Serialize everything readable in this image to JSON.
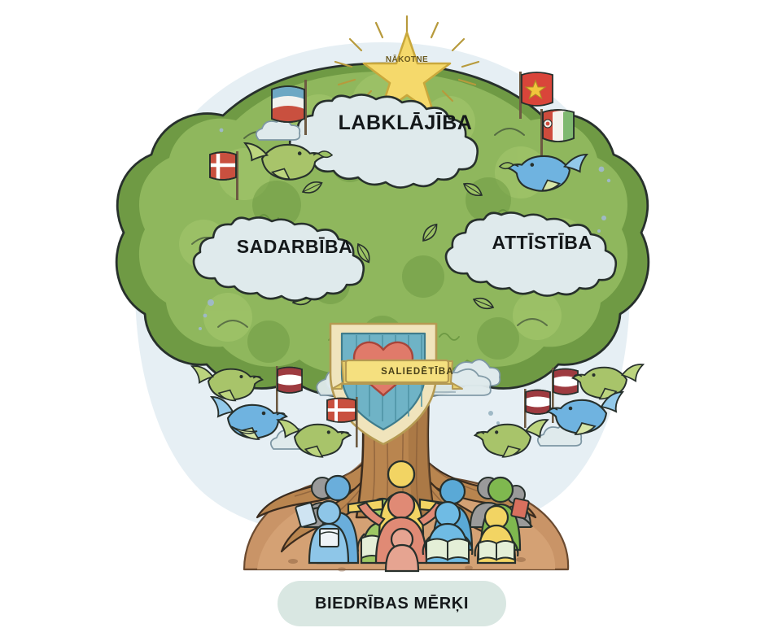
{
  "poster": {
    "title_banner": {
      "text": "BIEDRĪBAS MĒRĶI",
      "background_color": "#d9e7e2",
      "text_color": "#15191b"
    },
    "background_color": "#ffffff",
    "halo_color": "#dde9f0",
    "style": "hand-drawn cartoon illustration"
  },
  "star": {
    "label": "NĀKOTNE",
    "fill_color": "#f5d96b",
    "stroke_color": "#c9a83c",
    "rays": 12
  },
  "clouds": [
    {
      "id": "labklajiba",
      "label": "LABKLĀJĪBA",
      "position": "top-center",
      "fill_color": "#dfeaec"
    },
    {
      "id": "sadarbiba",
      "label": "SADARBĪBA",
      "position": "mid-left",
      "fill_color": "#dfeaec"
    },
    {
      "id": "attistiba",
      "label": "ATTĪSTĪBA",
      "position": "mid-right",
      "fill_color": "#dfeaec"
    }
  ],
  "shield": {
    "banner_label": "SALIEDĒTĪBA",
    "banner_color": "#f5e07f",
    "plank_color": "#6fb3c6",
    "border_color": "#f0e4bc",
    "heart_color": "#e07a6a"
  },
  "tree": {
    "canopy_color": "#8fb75d",
    "canopy_shadow_color": "#6f9a44",
    "trunk_color": "#b9854f",
    "trunk_shadow_color": "#96653a",
    "outline_color": "#27302c",
    "leaf_color": "#9cc264"
  },
  "ground": {
    "soil_color": "#c99467",
    "soil_shadow_color": "#b07c51"
  },
  "people": [
    {
      "index": 1,
      "color": "#6aaedb",
      "holding": "tablet",
      "position": "far-left-back"
    },
    {
      "index": 2,
      "color": "#6aaedb",
      "holding": "notebook",
      "position": "far-left-front"
    },
    {
      "index": 3,
      "color": "#9dc863",
      "holding": "book",
      "position": "left-front"
    },
    {
      "index": 4,
      "color": "#f2d463",
      "holding": "none",
      "position": "center-back"
    },
    {
      "index": 5,
      "color": "#e08a75",
      "holding": "none",
      "position": "center"
    },
    {
      "index": 6,
      "color": "#e0a08c",
      "holding": "none",
      "position": "center-front-child"
    },
    {
      "index": 7,
      "color": "#5aa9d6",
      "holding": "none",
      "position": "right-back"
    },
    {
      "index": 8,
      "color": "#5aa9d6",
      "holding": "book",
      "position": "right-front"
    },
    {
      "index": 9,
      "color": "#7fb84f",
      "holding": "none",
      "position": "far-right-back"
    },
    {
      "index": 10,
      "color": "#f2d463",
      "holding": "book",
      "position": "far-right-front"
    }
  ],
  "flags": [
    {
      "id": "flag-tricolor-blue-white-red",
      "position": "upper-left",
      "colors": [
        "#6ea8c4",
        "#f2f2ef",
        "#c9503f"
      ]
    },
    {
      "id": "flag-denmark",
      "position": "left",
      "colors": [
        "#c9503f",
        "#ffffff"
      ]
    },
    {
      "id": "flag-red-yellow-star",
      "position": "upper-right",
      "colors": [
        "#d9453a",
        "#f2c53c"
      ]
    },
    {
      "id": "flag-red-white-green",
      "position": "right",
      "colors": [
        "#cf4b3c",
        "#f4f2ec",
        "#7fb870"
      ]
    },
    {
      "id": "flag-latvia-left",
      "position": "mid-left-bird",
      "colors": [
        "#9e3b40",
        "#ffffff"
      ]
    },
    {
      "id": "flag-denmark-small",
      "position": "lower-left-bird",
      "colors": [
        "#c9503f",
        "#ffffff"
      ]
    },
    {
      "id": "flag-latvia-right",
      "position": "mid-right-bird",
      "colors": [
        "#9e3b40",
        "#ffffff"
      ]
    },
    {
      "id": "flag-latvia-far-right",
      "position": "right-pole",
      "colors": [
        "#9e3b40",
        "#ffffff"
      ]
    }
  ],
  "birds": [
    {
      "id": "bird-green-top-left",
      "color": "#a8c46a",
      "carries": "leaf"
    },
    {
      "id": "bird-blue-top-right",
      "color": "#6fb3e0",
      "carries": "leaf"
    },
    {
      "id": "bird-green-mid-left",
      "color": "#a8c46a",
      "carries": "leaf"
    },
    {
      "id": "bird-blue-mid-left",
      "color": "#6fb3e0",
      "carries": "flag"
    },
    {
      "id": "bird-green-low-left",
      "color": "#a8c46a",
      "carries": "flag"
    },
    {
      "id": "bird-green-mid-right",
      "color": "#a8c46a",
      "carries": "leaf"
    },
    {
      "id": "bird-blue-mid-right",
      "color": "#6fb3e0",
      "carries": "flag"
    },
    {
      "id": "bird-green-low-right",
      "color": "#a8c46a",
      "carries": "leaf"
    }
  ]
}
